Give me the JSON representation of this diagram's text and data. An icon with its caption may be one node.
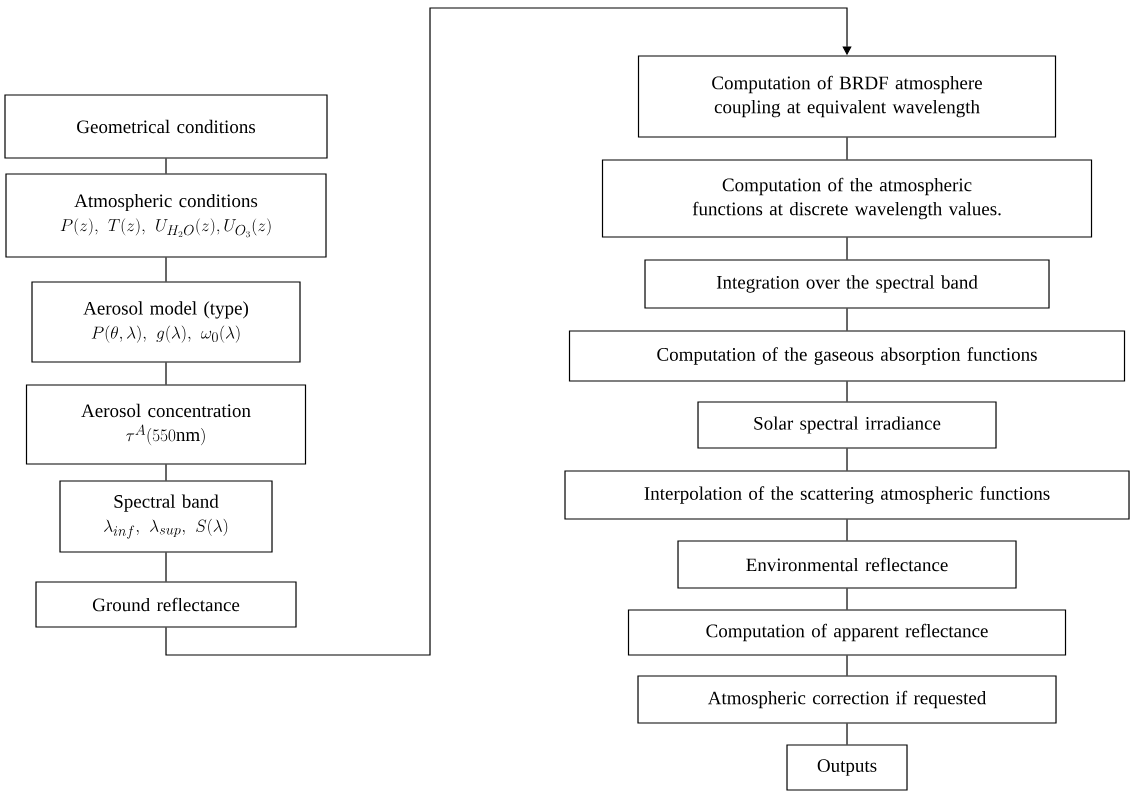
{
  "diagram": {
    "nodes": [
      {
        "text": [
          "Geometrical conditions"
        ]
      },
      {
        "text": [
          "Atmospheric conditions",
          "P(z),\\ T(z),\\ U_{H_2O}(z), U_{O_3}(z)"
        ]
      },
      {
        "text": [
          "Aerosol model (type)",
          "P(\\theta,\\lambda),\\ g(\\lambda),\\ \\omega_0(\\lambda)"
        ]
      },
      {
        "text": [
          "Aerosol concentration",
          "\\tau^{A}(550\\mathrm{nm})"
        ]
      },
      {
        "text": [
          "Spectral band",
          "\\lambda_{inf},\\ \\lambda_{sup},\\ S(\\lambda)"
        ]
      },
      {
        "text": [
          "Ground reflectance"
        ]
      },
      {
        "text": [
          "Computation of BRDF atmosphere coupling at equivalent wavelength"
        ]
      },
      {
        "text": [
          "Computation of the atmospheric functions at discrete wavelength values."
        ]
      },
      {
        "text": [
          "Integration over the spectral band"
        ]
      },
      {
        "text": [
          "Computation of the gaseous absorption functions"
        ]
      },
      {
        "text": [
          "Solar spectral irradiance"
        ]
      },
      {
        "text": [
          "Interpolation of the scattering atmospheric functions"
        ]
      },
      {
        "text": [
          "Environmental reflectance"
        ]
      },
      {
        "text": [
          "Computation of apparent reflectance"
        ]
      },
      {
        "text": [
          "Atmospheric correction if requested"
        ]
      },
      {
        "text": [
          "Outputs"
        ]
      }
    ],
    "edges": [
      {
        "from": 0,
        "to": 1,
        "arrow": "none"
      },
      {
        "from": 1,
        "to": 2,
        "arrow": "none"
      },
      {
        "from": 2,
        "to": 3,
        "arrow": "none"
      },
      {
        "from": 3,
        "to": 4,
        "arrow": "none"
      },
      {
        "from": 4,
        "to": 5,
        "arrow": "none"
      },
      {
        "from": 5,
        "to": 6,
        "arrow": "to"
      },
      {
        "from": 6,
        "to": 7,
        "arrow": "none"
      },
      {
        "from": 7,
        "to": 8,
        "arrow": "none"
      },
      {
        "from": 8,
        "to": 9,
        "arrow": "none"
      },
      {
        "from": 9,
        "to": 10,
        "arrow": "none"
      },
      {
        "from": 10,
        "to": 11,
        "arrow": "none"
      },
      {
        "from": 11,
        "to": 12,
        "arrow": "none"
      },
      {
        "from": 12,
        "to": 13,
        "arrow": "none"
      },
      {
        "from": 13,
        "to": 14,
        "arrow": "none"
      },
      {
        "from": 14,
        "to": 15,
        "arrow": "none"
      }
    ]
  }
}
